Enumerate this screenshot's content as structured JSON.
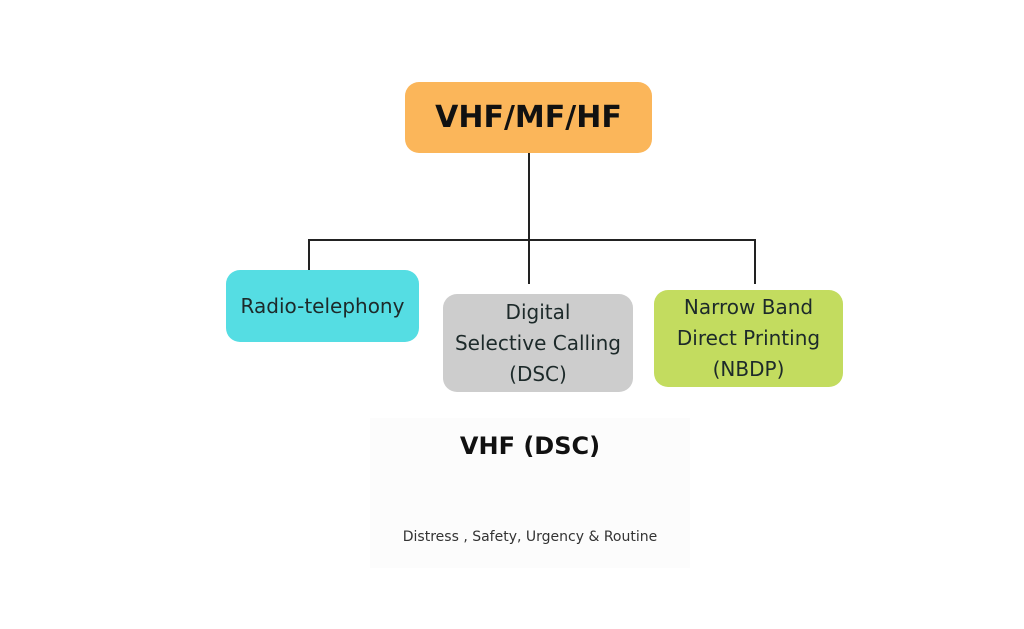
{
  "root": {
    "label": "VHF/MF/HF",
    "color": "#fbb65a"
  },
  "children": [
    {
      "lines": [
        "Radio-telephony"
      ],
      "color": "#55dde3"
    },
    {
      "lines": [
        "Digital",
        "Selective Calling",
        "(DSC)"
      ],
      "color": "#cdcdcd"
    },
    {
      "lines": [
        "Narrow Band",
        "Direct Printing",
        "(NBDP)"
      ],
      "color": "#c3dc5f"
    }
  ],
  "panel": {
    "title": "VHF (DSC)",
    "subtitle": "Distress , Safety, Urgency & Routine"
  }
}
